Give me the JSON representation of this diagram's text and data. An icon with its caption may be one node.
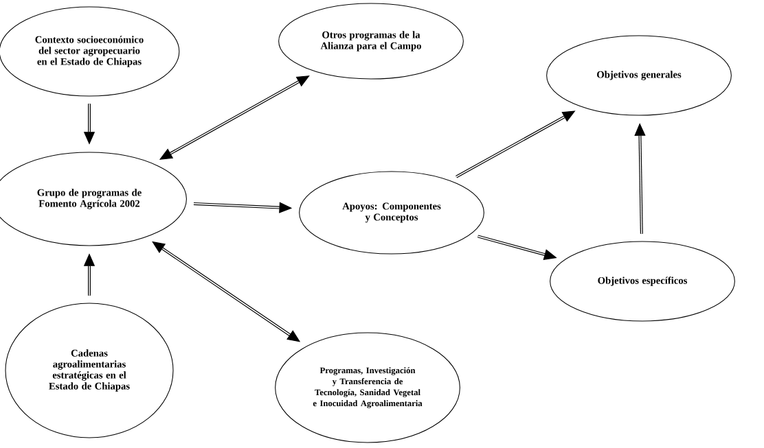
{
  "diagram": {
    "nodes": [
      {
        "text": [
          "Contexto socioeconómico del sector agropecuario en el Estado de Chiapas"
        ]
      },
      {
        "text": [
          "Otros programas de la Alianza para el Campo"
        ]
      },
      {
        "text": [
          "Grupo de programas de Fomento Agrícola 2002"
        ]
      },
      {
        "text": [
          "Apoyos: Componentes y Conceptos"
        ]
      },
      {
        "text": [
          "Objetivos generales"
        ]
      },
      {
        "text": [
          "Objetivos específicos"
        ]
      },
      {
        "text": [
          "Cadenas agroalimentarias estratégicas en el Estado de Chiapas"
        ]
      },
      {
        "text": [
          "Programas, Investigación y Transferencia de Tecnología, Sanidad Vegetal e Inocuidad Agroalimentaria"
        ]
      }
    ],
    "edges": [
      {
        "from": 0,
        "to": 2,
        "arrow": "to"
      },
      {
        "from": 2,
        "to": 1,
        "arrow": "both"
      },
      {
        "from": 2,
        "to": 3,
        "arrow": "to"
      },
      {
        "from": 3,
        "to": 4,
        "arrow": "to"
      },
      {
        "from": 3,
        "to": 5,
        "arrow": "to"
      },
      {
        "from": 5,
        "to": 4,
        "arrow": "to"
      },
      {
        "from": 6,
        "to": 2,
        "arrow": "to"
      },
      {
        "from": 2,
        "to": 7,
        "arrow": "both"
      }
    ]
  }
}
